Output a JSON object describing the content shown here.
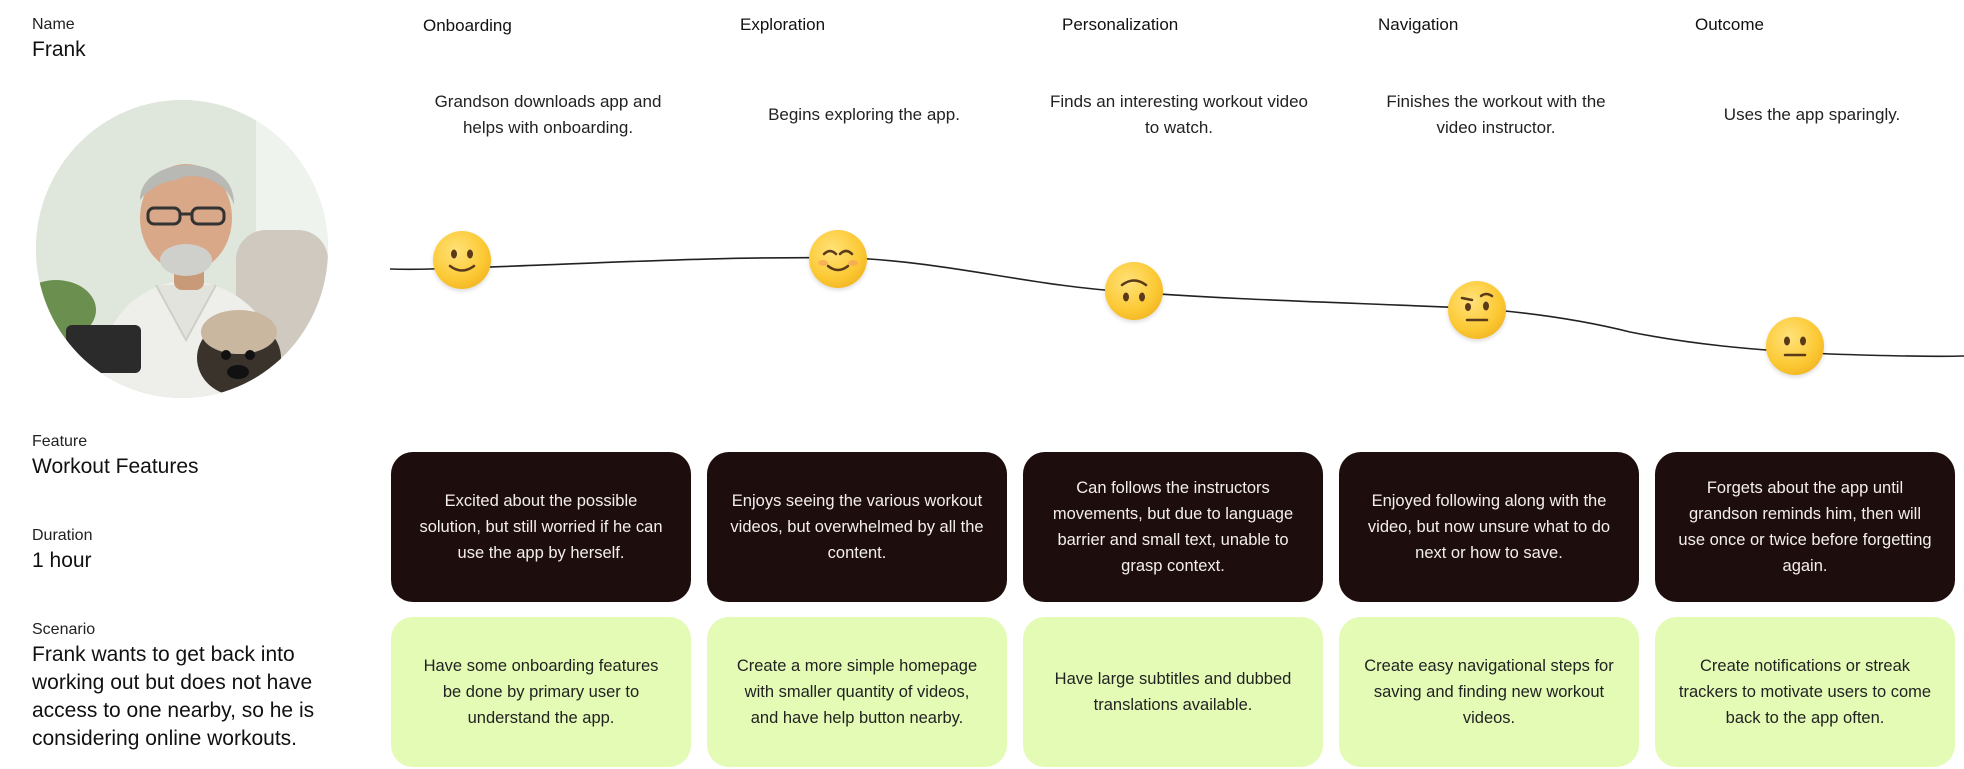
{
  "persona": {
    "name_label": "Name",
    "name": "Frank",
    "feature_label": "Feature",
    "feature": "Workout Features",
    "duration_label": "Duration",
    "duration": "1 hour",
    "scenario_label": "Scenario",
    "scenario": "Frank wants to get back into working out but does not have access to one nearby, so he is considering online workouts."
  },
  "stages": [
    {
      "title": "Onboarding",
      "description": "Grandson downloads app and helps with onboarding.",
      "emotion_icon": "slightly-smiling-face-icon",
      "feeling": "Excited about the possible solution, but still worried if he can use the app by herself.",
      "opportunity": "Have some onboarding features be done by primary user to understand the app."
    },
    {
      "title": "Exploration",
      "description": "Begins exploring the app.",
      "emotion_icon": "smiling-face-icon",
      "feeling": "Enjoys seeing the various workout videos, but overwhelmed by all the content.",
      "opportunity": "Create a more simple homepage with smaller quantity of videos, and have help button nearby."
    },
    {
      "title": "Personalization",
      "description": "Finds an interesting workout video to watch.",
      "emotion_icon": "upside-down-face-icon",
      "feeling": "Can follows the instructors movements, but due to language barrier and small text, unable to grasp context.",
      "opportunity": "Have large subtitles and dubbed translations available."
    },
    {
      "title": "Navigation",
      "description": "Finishes the workout with the video instructor.",
      "emotion_icon": "raised-eyebrow-face-icon",
      "feeling": "Enjoyed following along with the video, but now unsure what to do next or how to save.",
      "opportunity": "Create easy navigational steps for saving and finding new workout videos."
    },
    {
      "title": "Outcome",
      "description": "Uses the app sparingly.",
      "emotion_icon": "neutral-face-icon",
      "feeling": "Forgets about the app until grandson reminds him, then will use once or twice before forgetting again.",
      "opportunity": "Create notifications or streak trackers to motivate users to come back to the app often."
    }
  ],
  "colors": {
    "feeling_card_bg": "#1e0d0d",
    "opportunity_card_bg": "#e4fbb6",
    "emoji_fill": "#fcc934"
  }
}
